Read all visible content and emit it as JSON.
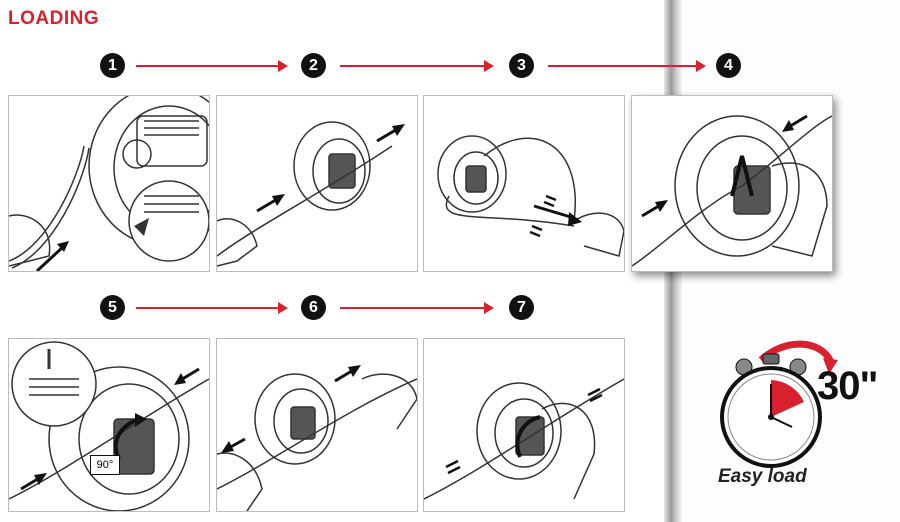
{
  "title": "LOADING",
  "steps": [
    "1",
    "2",
    "3",
    "4",
    "5",
    "6",
    "7"
  ],
  "timer": {
    "value": "30\"",
    "caption": "Easy load"
  },
  "step5_angle_label": "90°",
  "colors": {
    "accent": "#d8202f",
    "badge": "#111111"
  }
}
